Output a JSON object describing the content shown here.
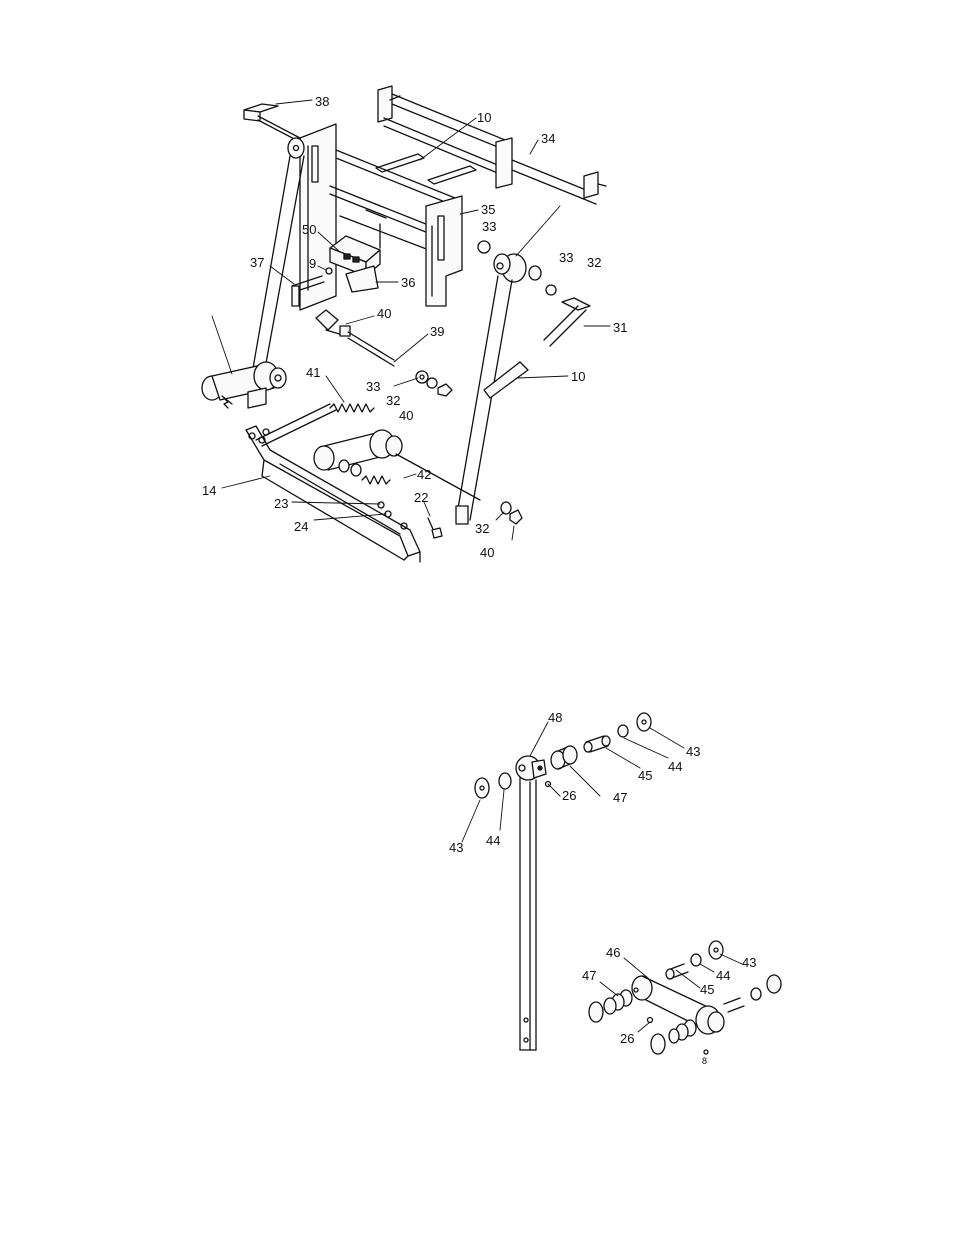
{
  "callouts": {
    "c38": "38",
    "c10a": "10",
    "c34": "34",
    "c35": "35",
    "c33a": "33",
    "c50": "50",
    "c37": "37",
    "c9": "9",
    "c36": "36",
    "c33b": "33",
    "c32a": "32",
    "c40a": "40",
    "c31": "31",
    "c39": "39",
    "c41": "41",
    "c33c": "33",
    "c32b": "32",
    "c10b": "10",
    "c40b": "40",
    "c14": "14",
    "c42": "42",
    "c23": "23",
    "c22": "22",
    "c24": "24",
    "c32c": "32",
    "c40c": "40",
    "c48": "48",
    "c43a": "43",
    "c44a": "44",
    "c45a": "45",
    "c47a": "47",
    "c26a": "26",
    "c43b": "43",
    "c44b": "44",
    "c46": "46",
    "c47b": "47",
    "c44c": "44",
    "c43c": "43",
    "c45b": "45",
    "c26b": "26",
    "c8": "8"
  }
}
